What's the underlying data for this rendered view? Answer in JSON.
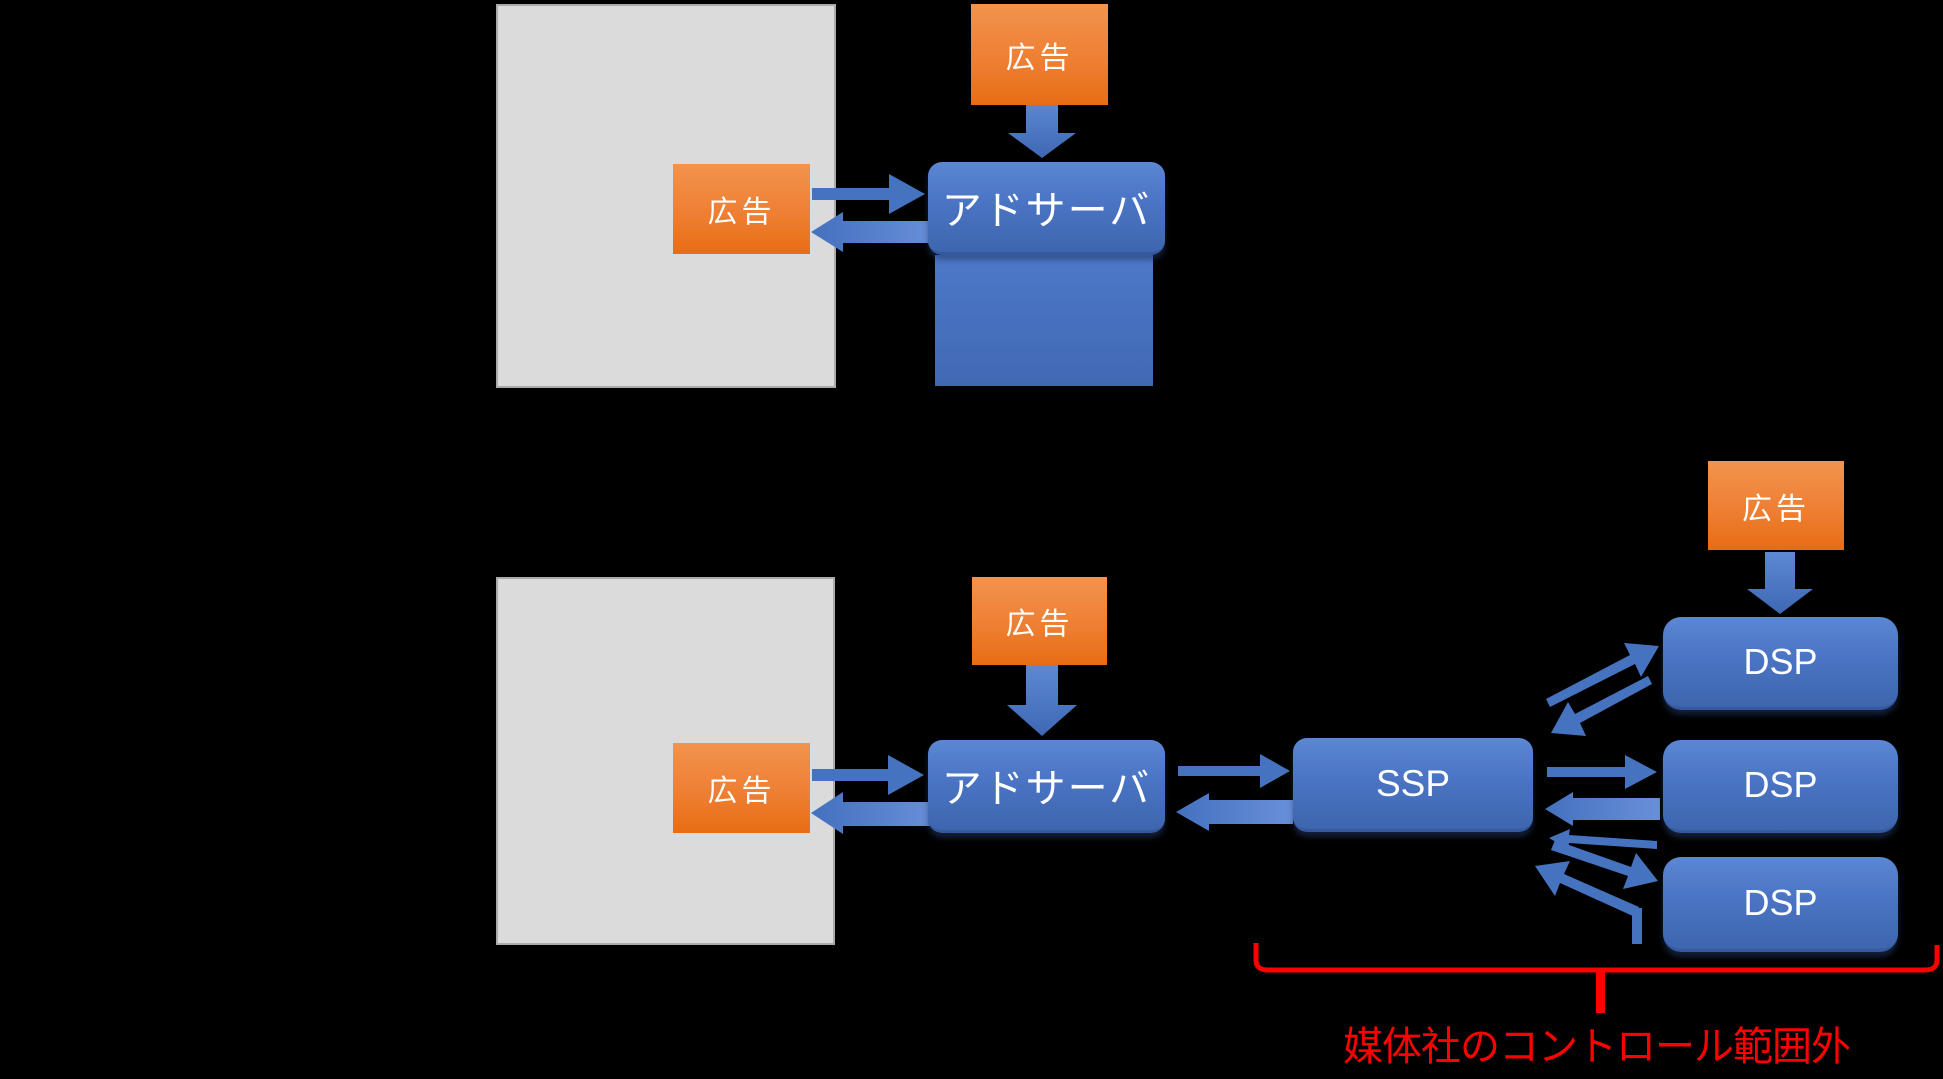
{
  "diagram": {
    "colors": {
      "background": "#000000",
      "gray_panel": "#DBDBDB",
      "orange": "#ED7D31",
      "blue": "#4472C4",
      "annotation_red": "#FF0000",
      "label_text": "#FFFFFF"
    },
    "top_section": {
      "ad_creative_label": "広告",
      "page_ad_slot_label": "広告",
      "ad_server_label": "アドサーバ"
    },
    "bottom_section": {
      "ad_creative_label": "広告",
      "page_ad_slot_label": "広告",
      "ad_server_label": "アドサーバ",
      "ssp_label": "SSP",
      "dsp_ad_creative_label": "広告",
      "dsp_labels": [
        "DSP",
        "DSP",
        "DSP"
      ],
      "annotation": "媒体社のコントロール範囲外"
    }
  }
}
